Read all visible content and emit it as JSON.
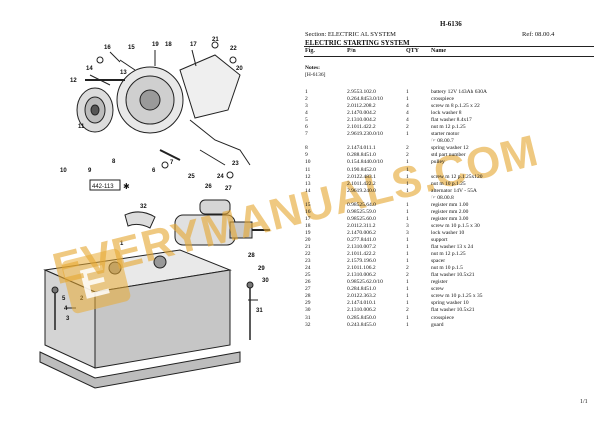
{
  "doc_id": "H-6136",
  "section": "Section: ELECTRIC AL SYSTEM",
  "ref": "Ref: 08.00.4",
  "title": "ELECTRIC STARTING SYSTEM",
  "headers": {
    "fig": "Fig.",
    "pn": "P/n",
    "qty": "QTY",
    "name": "Name"
  },
  "notes_label": "Notes:",
  "notes_value": "[H-6136]",
  "diagram_ref": "442-113",
  "watermark": "EVERYMANUALS.COM",
  "page": "1/1",
  "rows": [
    {
      "fig": "1",
      "pn": "2.9553.102.0",
      "qty": "1",
      "name": "battery 12V 143Ah 630A"
    },
    {
      "fig": "2",
      "pn": "0.264.8453.0/10",
      "qty": "1",
      "name": "crosspiece"
    },
    {
      "fig": "3",
      "pn": "2.0112.208.2",
      "qty": "4",
      "name": "screw m 8 p.1.25 x 22"
    },
    {
      "fig": "4",
      "pn": "2.1470.004.2",
      "qty": "4",
      "name": "lock washer 8"
    },
    {
      "fig": "5",
      "pn": "2.1310.004.2",
      "qty": "4",
      "name": "flat washer 8.4x17"
    },
    {
      "fig": "6",
      "pn": "2.1011.422.2",
      "qty": "2",
      "name": "nut m 12 p.1.25"
    },
    {
      "fig": "7",
      "pn": "2.9619.230.0/10",
      "qty": "1",
      "name": "starter motor"
    },
    {
      "fig": "",
      "pn": "",
      "qty": "",
      "name": "☞ 08.00.7"
    },
    {
      "fig": "8",
      "pn": "2.1474.011.1",
      "qty": "2",
      "name": "spring washer 12"
    },
    {
      "fig": "9",
      "pn": "0.288.8451.0",
      "qty": "2",
      "name": "std part number"
    },
    {
      "fig": "10",
      "pn": "0.154.8440.0/10",
      "qty": "1",
      "name": "pulley"
    },
    {
      "fig": "11",
      "pn": "0.190.8452.0",
      "qty": "1",
      "name": ""
    },
    {
      "fig": "12",
      "pn": "2.0122.483.1",
      "qty": "1",
      "name": "screw m 12 p.1.25x120"
    },
    {
      "fig": "13",
      "pn": "2.1011.422.2",
      "qty": "1",
      "name": "nut m 10 p.1.25"
    },
    {
      "fig": "14",
      "pn": "2.9619.240.0",
      "qty": "1",
      "name": "alternator 14V - 55A"
    },
    {
      "fig": "",
      "pn": "",
      "qty": "",
      "name": "☞ 08.00.8"
    },
    {
      "fig": "15",
      "pn": "0.98525.64.0",
      "qty": "1",
      "name": "register mm 1.00"
    },
    {
      "fig": "16",
      "pn": "0.98525.59.0",
      "qty": "1",
      "name": "register mm 2.00"
    },
    {
      "fig": "17",
      "pn": "0.98525.60.0",
      "qty": "1",
      "name": "register mm 3.00"
    },
    {
      "fig": "18",
      "pn": "2.0112.311.2",
      "qty": "3",
      "name": "screw m 10 p.1.5 x 30"
    },
    {
      "fig": "19",
      "pn": "2.1470.006.2",
      "qty": "3",
      "name": "lock washer 10"
    },
    {
      "fig": "20",
      "pn": "0.277.8441.0",
      "qty": "1",
      "name": "support"
    },
    {
      "fig": "21",
      "pn": "2.1310.007.2",
      "qty": "1",
      "name": "flat washer 13 x 24"
    },
    {
      "fig": "22",
      "pn": "2.1011.422.2",
      "qty": "1",
      "name": "nut m 12 p.1.25"
    },
    {
      "fig": "23",
      "pn": "2.1579.196.0",
      "qty": "1",
      "name": "spacer"
    },
    {
      "fig": "24",
      "pn": "2.1011.106.2",
      "qty": "2",
      "name": "nut m 10 p.1.5"
    },
    {
      "fig": "25",
      "pn": "2.1310.006.2",
      "qty": "2",
      "name": "flat washer 10.5x21"
    },
    {
      "fig": "26",
      "pn": "0.98525.62.0/10",
      "qty": "1",
      "name": "register"
    },
    {
      "fig": "27",
      "pn": "0.284.8451.0",
      "qty": "1",
      "name": "screw"
    },
    {
      "fig": "28",
      "pn": "2.0122.363.2",
      "qty": "1",
      "name": "screw m 10 p.1.25 x 35"
    },
    {
      "fig": "29",
      "pn": "2.1474.010.1",
      "qty": "1",
      "name": "spring washer 10"
    },
    {
      "fig": "30",
      "pn": "2.1310.006.2",
      "qty": "2",
      "name": "flat washer 10.5x21"
    },
    {
      "fig": "31",
      "pn": "0.285.8450.0",
      "qty": "1",
      "name": "crosspiece"
    },
    {
      "fig": "32",
      "pn": "0.243.8455.0",
      "qty": "1",
      "name": "guard"
    }
  ],
  "callouts": [
    "1",
    "2",
    "3",
    "4",
    "5",
    "6",
    "7",
    "8",
    "9",
    "10",
    "11",
    "12",
    "13",
    "14",
    "15",
    "16",
    "17",
    "18",
    "19",
    "20",
    "21",
    "22",
    "23",
    "24",
    "25",
    "26",
    "27",
    "28",
    "29",
    "30",
    "31",
    "32"
  ]
}
